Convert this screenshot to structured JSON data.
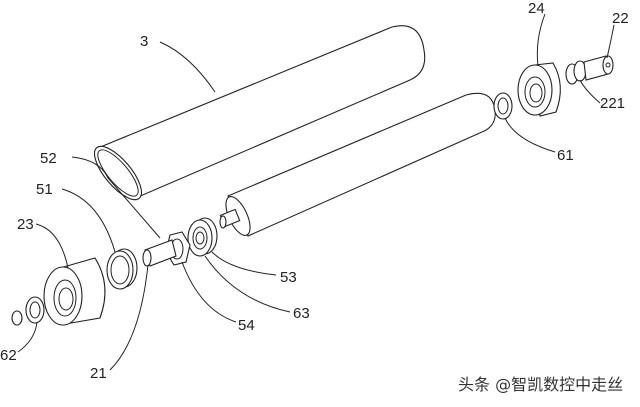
{
  "figure": {
    "labels": {
      "tube": "3",
      "right_housing": "24",
      "right_shaft": "22",
      "right_shaft_part": "221",
      "right_bearing": "61",
      "left_ring_52": "52",
      "left_ring_51": "51",
      "left_housing": "23",
      "roller_end": "53",
      "left_bearing": "63",
      "nut": "54",
      "small_bearing": "62",
      "left_shaft": "21"
    },
    "watermark": "头条 @智凯数控中走丝"
  }
}
